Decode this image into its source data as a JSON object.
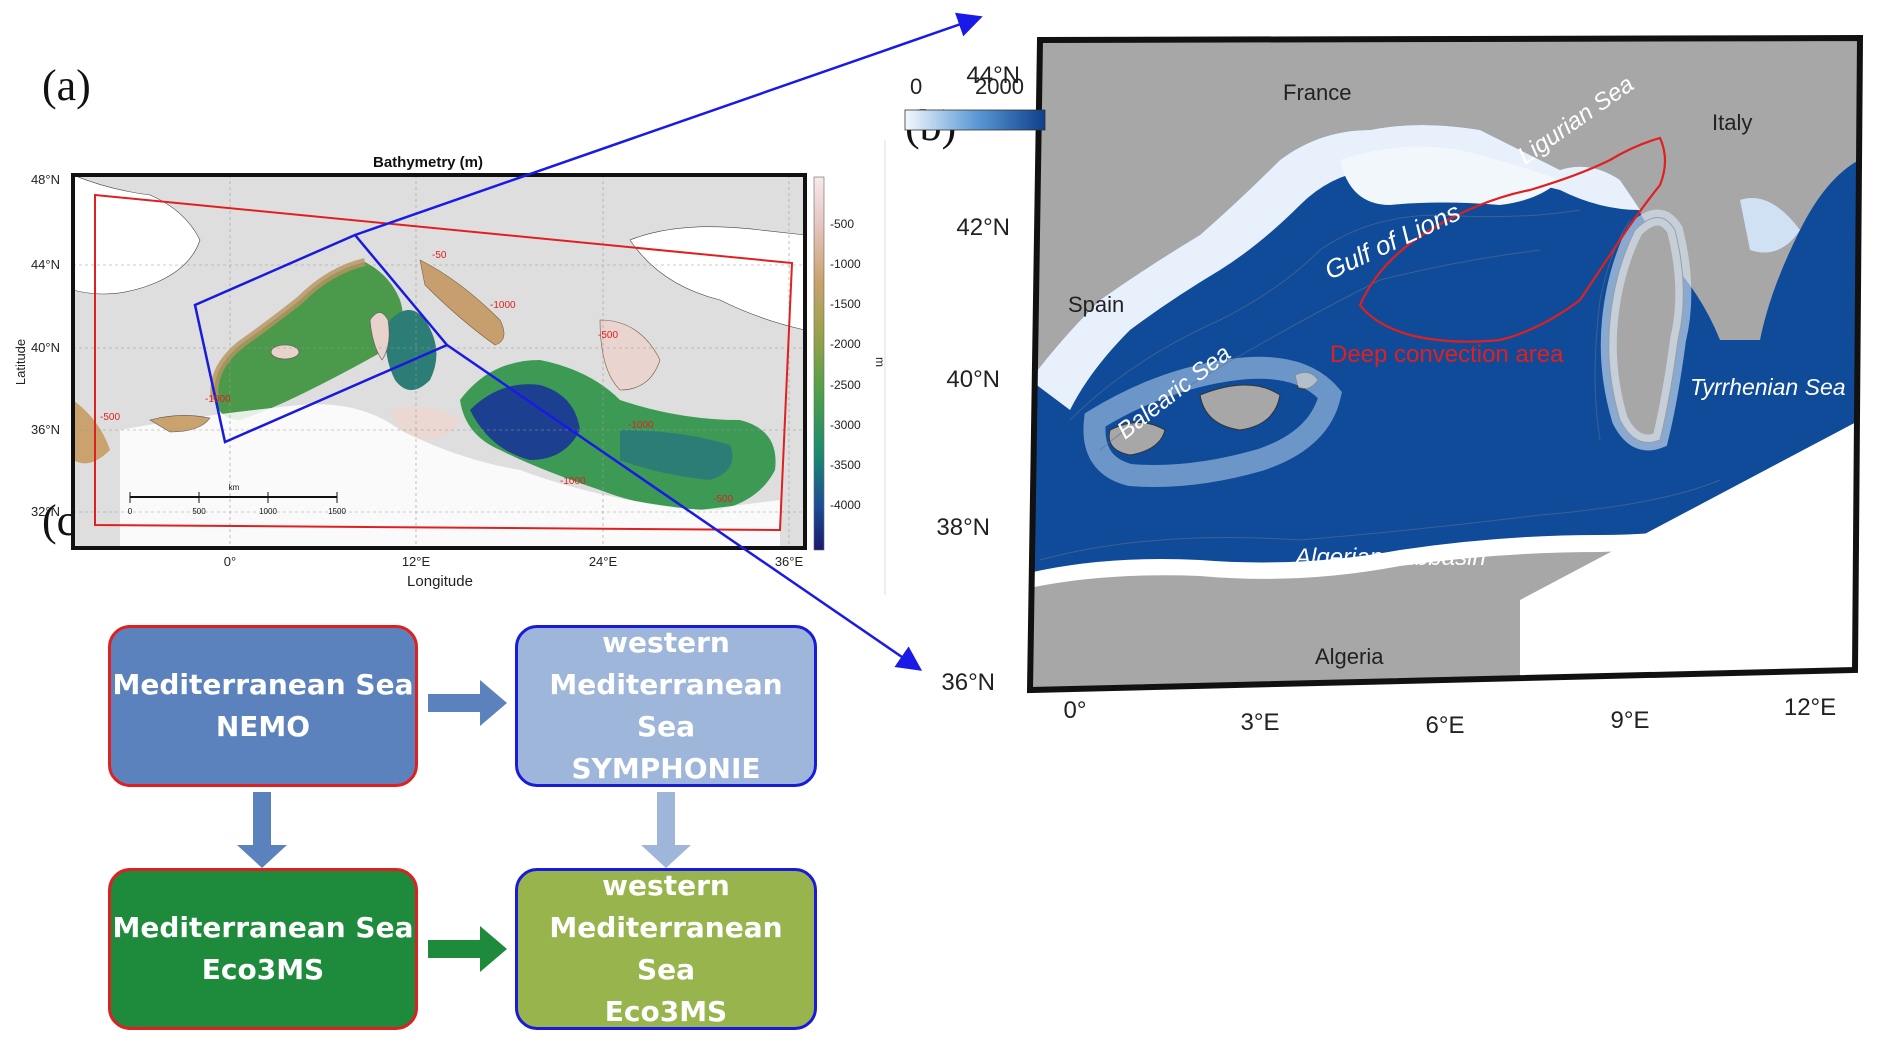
{
  "panel_labels": {
    "a": "(a)",
    "b": "(b)",
    "c": "(c)"
  },
  "map_a": {
    "title": "Bathymetry (m)",
    "xlabel": "Longitude",
    "ylabel": "Latitude",
    "lat_ticks": [
      "48°N",
      "44°N",
      "40°N",
      "36°N",
      "32°N"
    ],
    "lon_ticks": [
      "0°",
      "12°E",
      "24°E",
      "36°E"
    ],
    "colorbar_ticks": [
      "-500",
      "-1000",
      "-1500",
      "-2000",
      "-2500",
      "-3000",
      "-3500",
      "-4000"
    ],
    "colorbar_unit": "m",
    "scalebar_unit": "km",
    "scalebar_ticks": [
      "0",
      "500",
      "1000",
      "1500"
    ],
    "contour_labels": [
      "-50",
      "-1000",
      "-500",
      "-1000",
      "-500",
      "-1000",
      "-500",
      "-1000"
    ]
  },
  "map_b": {
    "colorbar_min": "0",
    "colorbar_max": "2000",
    "lat_ticks": [
      "44°N",
      "42°N",
      "40°N",
      "38°N",
      "36°N"
    ],
    "lon_ticks": [
      "0°",
      "3°E",
      "6°E",
      "9°E",
      "12°E"
    ],
    "land_labels": {
      "france": "France",
      "italy": "Italy",
      "spain": "Spain",
      "algeria": "Algeria"
    },
    "sea_labels": {
      "ligurian": "Ligurian Sea",
      "gulf_lions": "Gulf of Lions",
      "balearic": "Balearic Sea",
      "tyrrhenian": "Tyrrhenian Sea",
      "algerian": "Algerian subbasin"
    },
    "convection_label": "Deep convection area"
  },
  "flow": {
    "nemo": [
      "Mediterranean Sea",
      "NEMO"
    ],
    "symphonie": [
      "western",
      "Mediterranean Sea",
      "SYMPHONIE"
    ],
    "eco_med": [
      "Mediterranean Sea",
      "Eco3MS"
    ],
    "eco_west": [
      "western",
      "Mediterranean Sea",
      "Eco3MS"
    ]
  },
  "colors": {
    "nemo": "#5b82bd",
    "symphonie": "#9db6da",
    "eco_med": "#1d8a3c",
    "eco_west": "#98b44d",
    "border_red": "#e02020",
    "border_blue": "#1a1adb",
    "zoom_line": "#1a1ae6",
    "land_b": "#a7a7a7",
    "deep_b": "#0f4b99",
    "domain_red": "#e02020"
  }
}
